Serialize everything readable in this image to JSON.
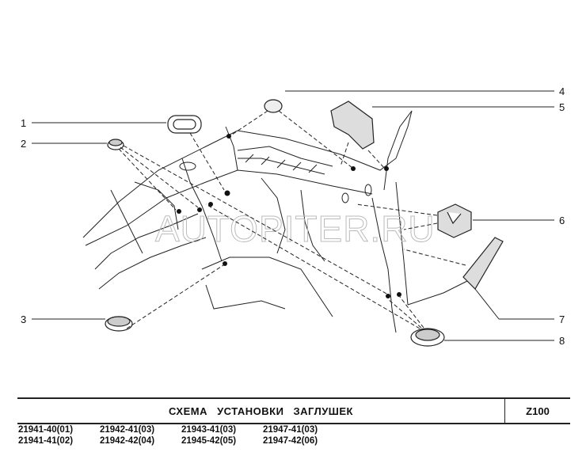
{
  "watermark": "AUTOPITER.RU",
  "callouts": [
    "1",
    "2",
    "3",
    "4",
    "5",
    "6",
    "7",
    "8"
  ],
  "title": "СХЕМА  УСТАНОВКИ  ЗАГЛУШЕК",
  "code": "Z100",
  "models": [
    "21941-40(01)",
    "21942-41(03)",
    "21943-41(03)",
    "21947-41(03)",
    "21941-41(02)",
    "21942-42(04)",
    "21945-42(05)",
    "21947-42(06)"
  ]
}
